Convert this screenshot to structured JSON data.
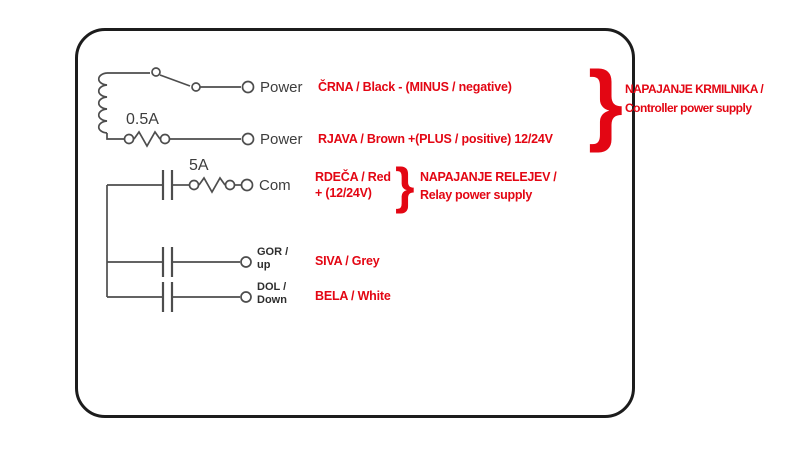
{
  "colors": {
    "red": "#e30613",
    "line": "#4d4d4d",
    "label_text": "#3d3d3d",
    "border": "#1c1c1c"
  },
  "schematic": {
    "power_minus": {
      "terminal": "Power",
      "wire_label": "ČRNA / Black - (MINUS / negative)"
    },
    "power_plus": {
      "fuse_rating": "0.5A",
      "terminal": "Power",
      "wire_label": "RJAVA / Brown +(PLUS / positive) 12/24V"
    },
    "com": {
      "fuse_rating": "5A",
      "terminal": "Com",
      "wire_label_line1": "RDEČA / Red",
      "wire_label_line2": "+ (12/24V)"
    },
    "up": {
      "terminal_line1": "GOR /",
      "terminal_line2": "up",
      "wire_label": "SIVA / Grey"
    },
    "down": {
      "terminal_line1": "DOL /",
      "terminal_line2": "Down",
      "wire_label": "BELA / White"
    }
  },
  "annotations": {
    "controller_power": {
      "brace": "}",
      "line1": "NAPAJANJE KRMILNIKA /",
      "line2": "Controller power supply"
    },
    "relay_power": {
      "brace": "}",
      "line1": "NAPAJANJE RELEJEV /",
      "line2": "Relay power supply"
    }
  }
}
